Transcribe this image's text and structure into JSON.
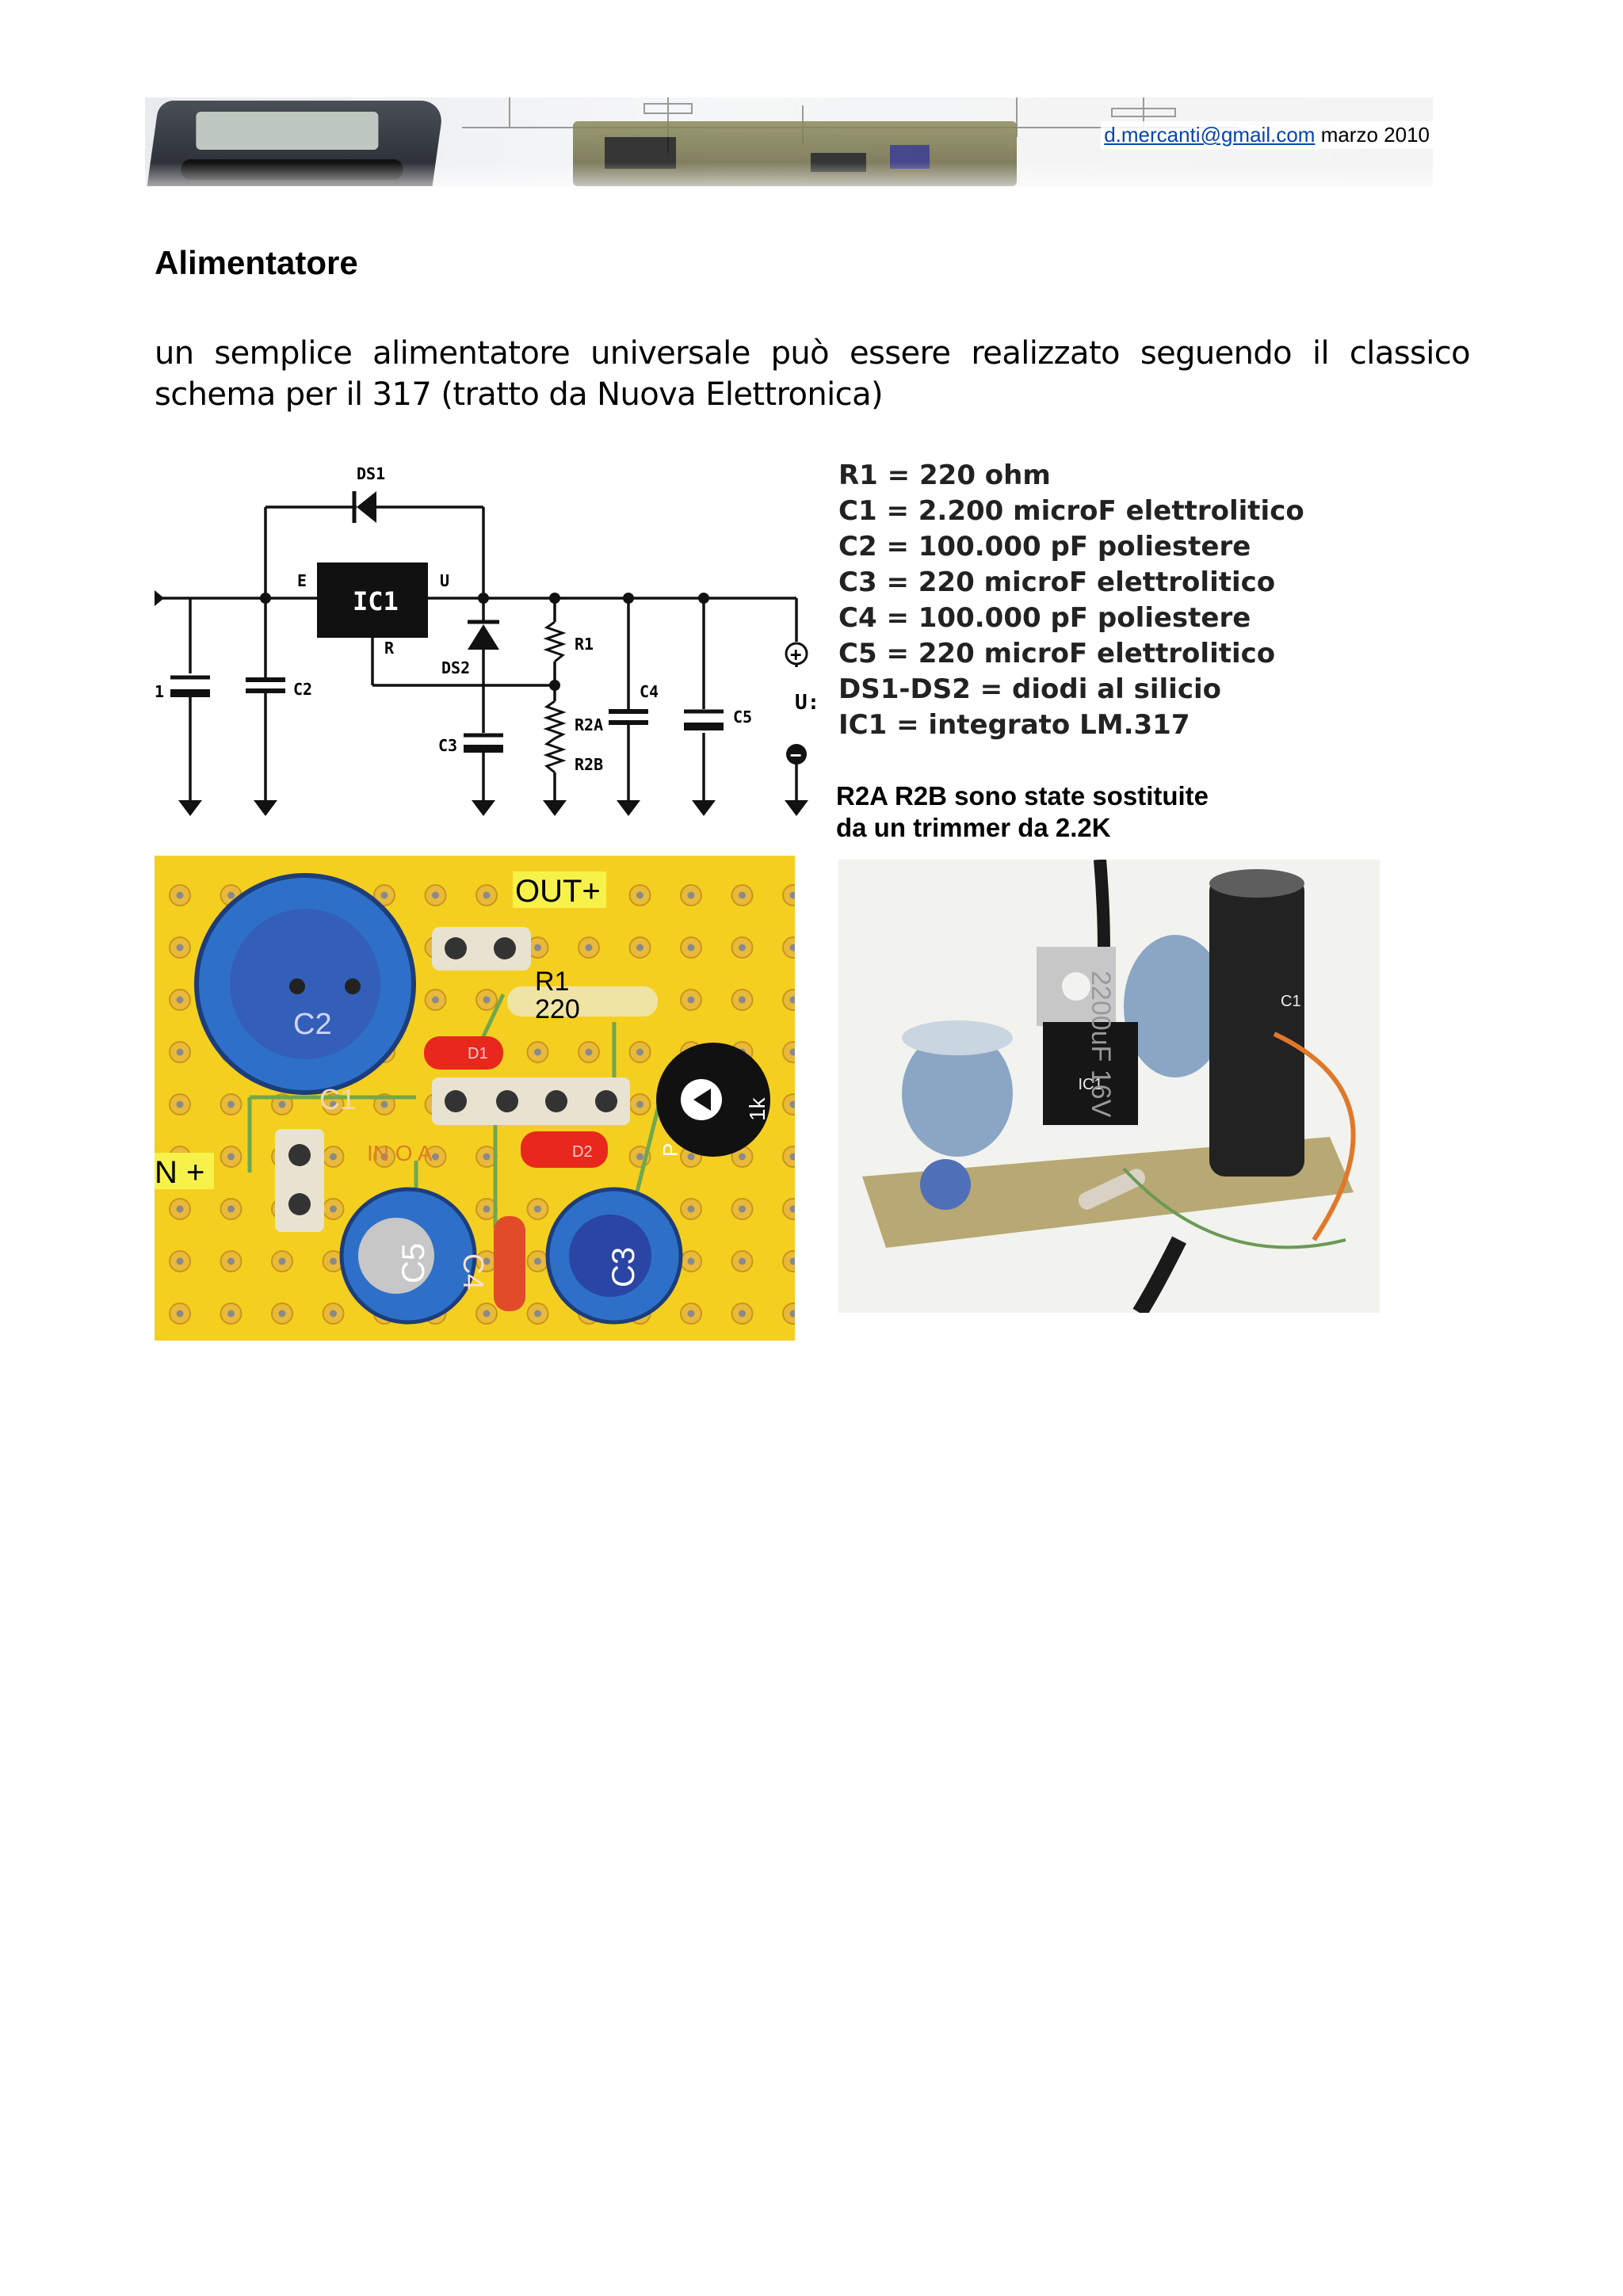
{
  "header": {
    "email": "d.mercanti@gmail.com",
    "date": "marzo 2010"
  },
  "title": "Alimentatore",
  "intro": "un semplice alimentatore universale può essere realizzato seguendo il classico schema per il 317 (tratto da Nuova Elettronica)",
  "schematic": {
    "labels": {
      "ds1": "DS1",
      "ic1": "IC1",
      "e": "E",
      "u": "U",
      "r": "R",
      "ds2": "DS2",
      "r1": "R1",
      "r2a": "R2A",
      "r2b": "R2B",
      "c1_partial": "1",
      "c2": "C2",
      "c3": "C3",
      "c4": "C4",
      "c5": "C5",
      "out_partial": "U:",
      "plus": "+",
      "minus": "−"
    }
  },
  "parts_list": [
    "R1 = 220 ohm",
    "C1 = 2.200 microF elettrolitico",
    "C2 = 100.000 pF poliestere",
    "C3 = 220 microF elettrolitico",
    "C4 = 100.000 pF poliestere",
    "C5 = 220 microF elettrolitico",
    "DS1-DS2 = diodi al silicio",
    "IC1 = integrato LM.317"
  ],
  "note": {
    "line1": "R2A R2B sono state sostituite",
    "line2": "da un trimmer da 2.2K"
  },
  "layout": {
    "labels": {
      "out": "OUT+",
      "in": "N +",
      "r1": "R1",
      "r1_value": "220",
      "c2": "C2",
      "c1": "C1",
      "d1": "D1",
      "d2": "D2",
      "in_o_a": "IN O A",
      "c5": "C5",
      "c4": "C4",
      "c3": "C3",
      "p": "P",
      "trimmer_value": "1k"
    }
  },
  "photo": {
    "labels": {
      "c1": "C1",
      "ic1": "IC1",
      "cap_marking": "2200uF 16V"
    }
  }
}
